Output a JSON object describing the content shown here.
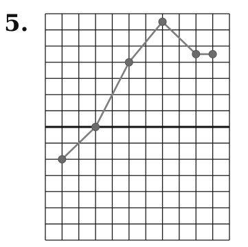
{
  "problem": {
    "number": "5."
  },
  "colors": {
    "grid": "#1a1a1a",
    "axis": "#111111",
    "line": "#7d7d7d",
    "point": "#6b6b6b",
    "text": "#111111"
  },
  "chart_data": {
    "type": "line",
    "title": "",
    "xlabel": "",
    "ylabel": "",
    "grid": true,
    "xlim": [
      -5,
      6
    ],
    "ylim": [
      -7,
      7
    ],
    "x_axis_at_y": 0,
    "y_axis_at_x": null,
    "series": [
      {
        "x": [
          -4,
          -2,
          0,
          2,
          4,
          5
        ],
        "y": [
          -2,
          0,
          4,
          6.5,
          4.5,
          4.5
        ]
      }
    ]
  }
}
